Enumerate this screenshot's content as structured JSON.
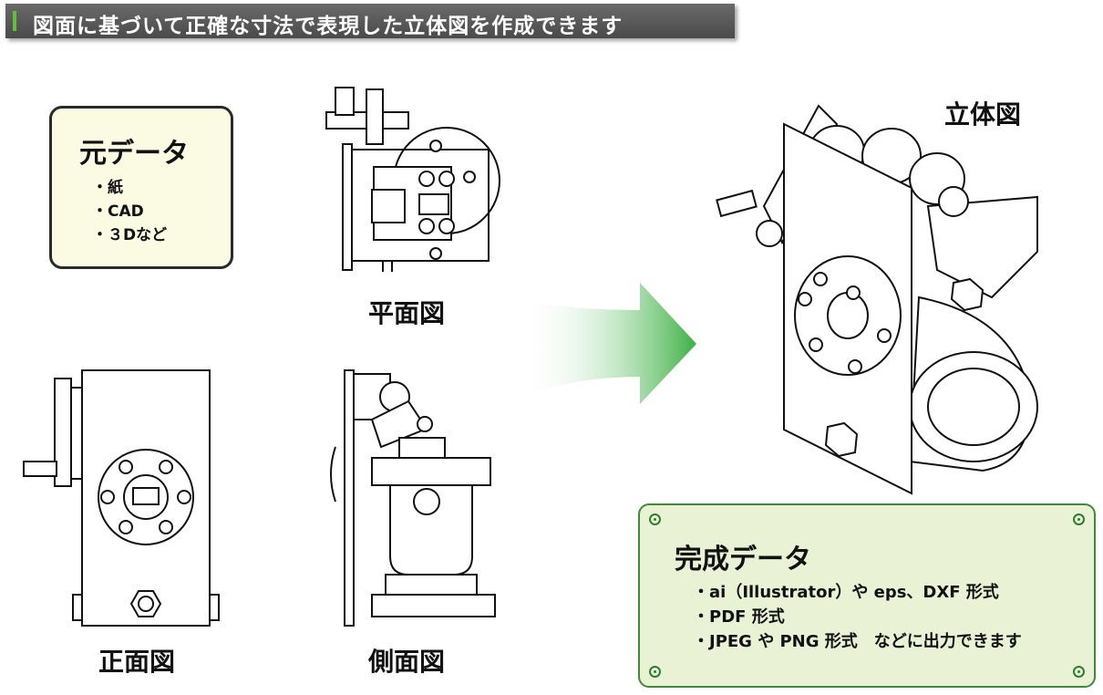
{
  "banner": {
    "title": "図面に基づいて正確な寸法で表現した立体図を作成できます"
  },
  "source": {
    "heading": "元データ",
    "items": [
      "・紙",
      "・CAD",
      "・３Dなど"
    ]
  },
  "views": {
    "plan": "平面図",
    "front": "正面図",
    "side": "側面図",
    "iso": "立体図"
  },
  "output": {
    "heading": "完成データ",
    "items": [
      "・ai（Illustrator）や eps、DXF 形式",
      "・PDF 形式",
      "・JPEG や PNG 形式　などに出力できます"
    ]
  },
  "colors": {
    "banner": "#555555",
    "accent": "#5fbf3a",
    "source_bg": "#fbfbe4",
    "output_bg": "#e9f2d4",
    "output_border": "#3e8a3a",
    "arrow": "#3cb043"
  }
}
